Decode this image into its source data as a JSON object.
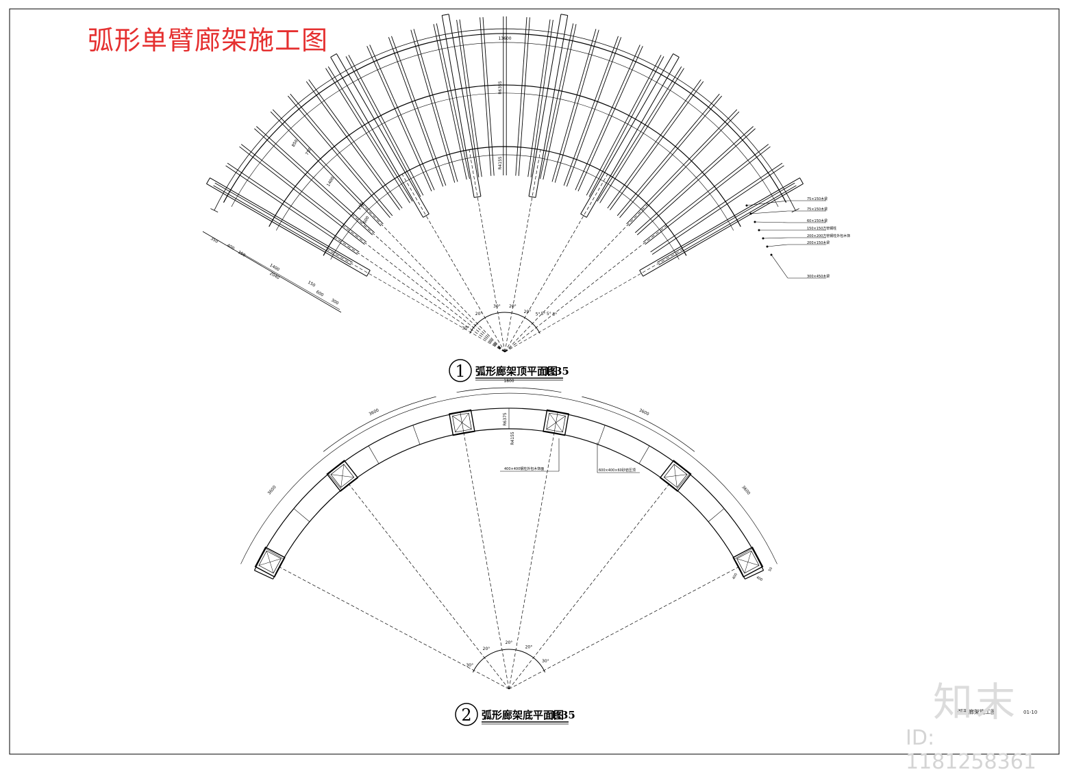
{
  "page_title": "弧形单臂廊架施工图",
  "views": [
    {
      "number": "1",
      "title": "弧形廊架顶平面图",
      "scale": "1:35"
    },
    {
      "number": "2",
      "title": "弧形廊架底平面图",
      "scale": "1:35"
    }
  ],
  "top_plan": {
    "overall_width": "13600",
    "dims_left": [
      "850",
      "750",
      "1400",
      "150",
      "600"
    ],
    "dims_bottom_left": [
      "350",
      "400",
      "150",
      "1400",
      "2040",
      "150",
      "600",
      "300"
    ],
    "radius_labels": [
      "R6355",
      "R4155"
    ],
    "angles": [
      "30°",
      "20°",
      "30°",
      "20°",
      "20°",
      "5°",
      "5°",
      "5°",
      "5°"
    ],
    "material_notes": [
      "75×150木梁",
      "75×150木梁",
      "60×150木梁",
      "150×150方管钢柱",
      "200×200方管钢柱外包木饰",
      "200×150木梁",
      "300×450木梁"
    ]
  },
  "bottom_plan": {
    "dims": [
      "1800",
      "3600",
      "3600",
      "3600",
      "3600"
    ],
    "radius_labels": [
      "R6375",
      "R4155"
    ],
    "angles": [
      "30°",
      "20°",
      "20°",
      "20°",
      "30°"
    ],
    "notes": [
      "400×400钢柱外包木饰面",
      "600×400×60砂岩压顶"
    ],
    "corner_dims": [
      "400",
      "400",
      "50"
    ]
  },
  "drawing_note": "弧形廊架施工图",
  "drawing_code": "01-10",
  "watermark": {
    "logo": "知末",
    "id": "ID: 1181258361"
  }
}
